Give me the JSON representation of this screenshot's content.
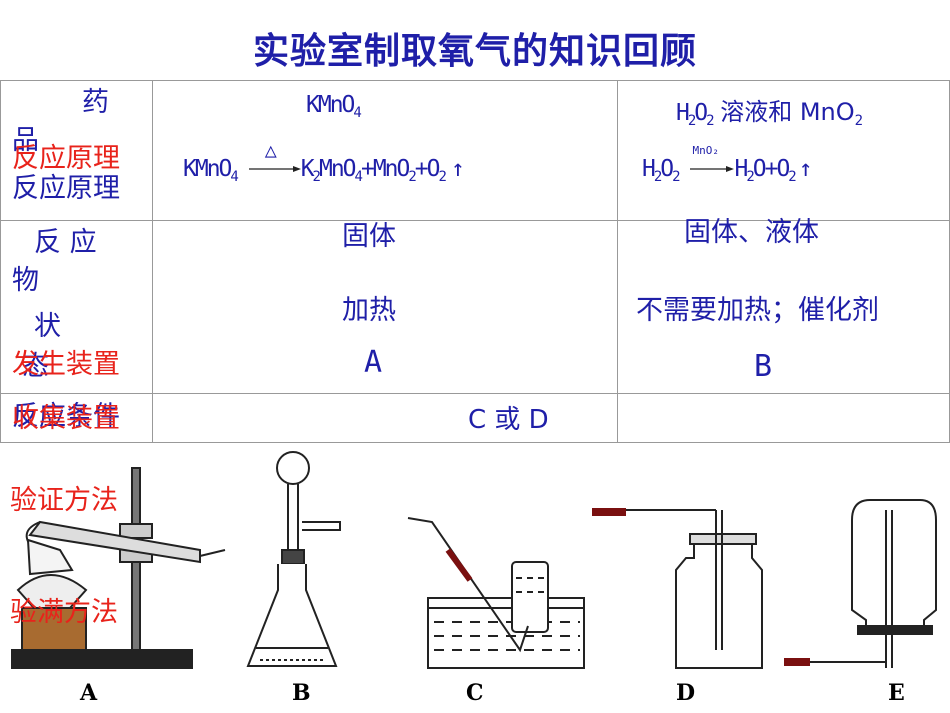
{
  "title": "实验室制取氧气的知识回顾",
  "table": {
    "col1_header_line1": "药",
    "col1_header_line2": "品",
    "kmno4": {
      "pre": "KMn",
      "o": "O",
      "sub": "4"
    },
    "h2o2_header": {
      "h": "H",
      "s1": "2",
      "o": "O",
      "s2": "2",
      "text": " 溶液和 MnO",
      "s3": "2"
    },
    "reaction_principle": "反应原理",
    "eq1": {
      "reactant": "KMnO",
      "reactant_sub": "4",
      "condition": "△",
      "p1": "K",
      "p1s": "2",
      "p2": "MnO",
      "p2s": "4",
      "p3": "+MnO",
      "p3s": "2",
      "p4": "+O",
      "p4s": "2",
      "arrow": "↑"
    },
    "eq2": {
      "r": "H",
      "rs1": "2",
      "r2": "O",
      "rs2": "2",
      "catalyst": "MnO₂",
      "p1": "H",
      "p1s": "2",
      "p2": "O+O",
      "p2s": "2",
      "arrow": "↑"
    },
    "row2_label": [
      "反 应",
      "物",
      "状",
      "态"
    ],
    "solid": "固体",
    "solid_liquid": "固体、液体",
    "heat": "加热",
    "no_heat": "不需要加热；催化剂",
    "gen_label": "发生装置",
    "A": "A",
    "B": "B",
    "row3_label_back": "反应条件",
    "collect_label": "收集装置",
    "collect": "C 或 D",
    "verify_label": "验证方法",
    "full_label": "验满方法"
  },
  "apparatus_labels": [
    "A",
    "B",
    "C",
    "D",
    "E"
  ]
}
